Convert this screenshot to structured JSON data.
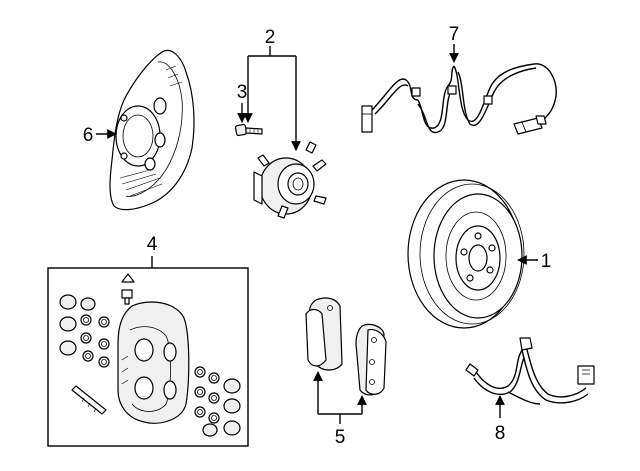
{
  "callouts": {
    "c1": "1",
    "c2": "2",
    "c3": "3",
    "c4": "4",
    "c5": "5",
    "c6": "6",
    "c7": "7",
    "c8": "8"
  },
  "colors": {
    "line": "#000000",
    "background": "#ffffff",
    "shade": "#f0f0f0"
  }
}
